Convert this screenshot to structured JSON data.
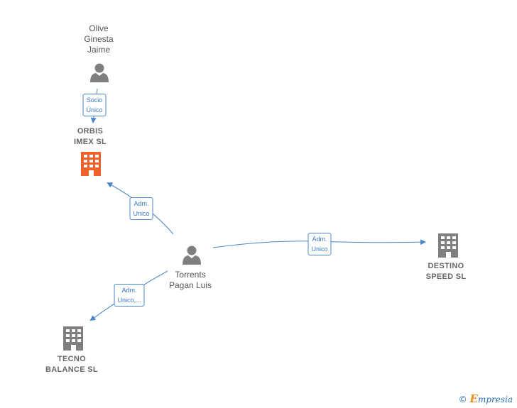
{
  "colors": {
    "edge": "#4a86c8",
    "person_icon": "#7f7f7f",
    "company_icon": "#7f7f7f",
    "company_highlight": "#f0602a"
  },
  "nodes": {
    "olive": {
      "label_lines": [
        "Olive",
        "Ginesta",
        "Jaime"
      ],
      "icon": "person-icon"
    },
    "orbis": {
      "label_lines": [
        "ORBIS",
        "IMEX  SL"
      ],
      "icon": "building-icon"
    },
    "torrents": {
      "label_lines": [
        "Torrents",
        "Pagan Luis"
      ],
      "icon": "person-icon"
    },
    "destino": {
      "label_lines": [
        "DESTINO",
        "SPEED  SL"
      ],
      "icon": "building-icon"
    },
    "tecno": {
      "label_lines": [
        "TECNO",
        "BALANCE  SL"
      ],
      "icon": "building-icon"
    }
  },
  "edges": {
    "olive_orbis": {
      "lines": [
        "Socio",
        "Único"
      ]
    },
    "torrents_orbis": {
      "lines": [
        "Adm.",
        "Unico"
      ]
    },
    "torrents_destino": {
      "lines": [
        "Adm.",
        "Unico"
      ]
    },
    "torrents_tecno": {
      "lines": [
        "Adm.",
        "Unico,..."
      ]
    }
  },
  "brand": {
    "copyright": "©",
    "initial": "E",
    "rest": "mpresia"
  }
}
